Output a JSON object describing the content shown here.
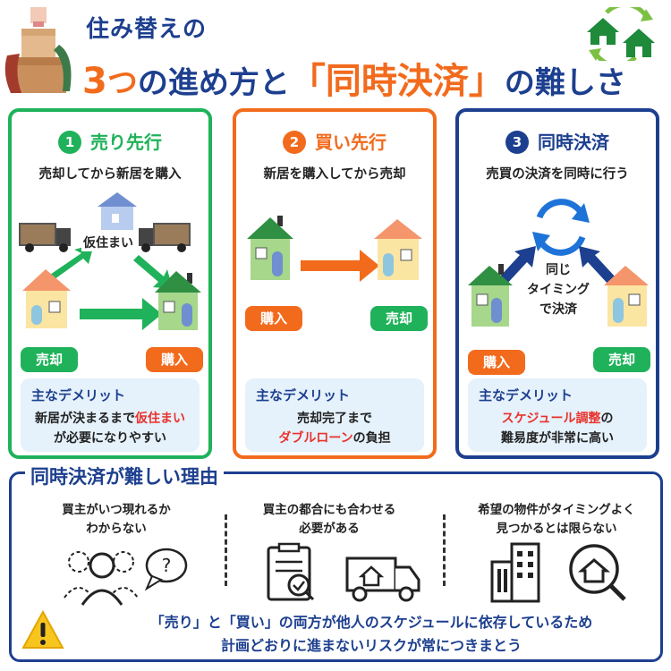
{
  "header": {
    "title_line1": "住み替えの",
    "title_prefix_num": "3",
    "title_prefix_rest": "つ",
    "title_mid": "の進め方と",
    "title_highlight": "「同時決済」",
    "title_suffix": "の難しさ"
  },
  "methods": [
    {
      "number": "1",
      "name": "売り先行",
      "description": "売却してから新居を購入",
      "temporary_label": "仮住まい",
      "tag_sell": "売却",
      "tag_buy": "購入",
      "demerit_title": "主なデメリット",
      "demerit_line1_a": "新居が決まるまで",
      "demerit_line1_highlight": "仮住まい",
      "demerit_line2": "が必要になりやすい",
      "color": "#1fb25a"
    },
    {
      "number": "2",
      "name": "買い先行",
      "description": "新居を購入してから売却",
      "tag_buy": "購入",
      "tag_sell": "売却",
      "demerit_title": "主なデメリット",
      "demerit_line1": "売却完了まで",
      "demerit_line2_highlight": "ダブルローン",
      "demerit_line2_b": "の負担",
      "color": "#f26b1d"
    },
    {
      "number": "3",
      "name": "同時決済",
      "description": "売買の決済を同時に行う",
      "center_line1": "同じ",
      "center_line2": "タイミング",
      "center_line3": "で決済",
      "tag_buy": "購入",
      "tag_sell": "売却",
      "demerit_title": "主なデメリット",
      "demerit_line1_highlight": "スケジュール調整",
      "demerit_line1_b": "の",
      "demerit_line2": "難易度が非常に高い",
      "color": "#1d3f8f"
    }
  ],
  "reasons": {
    "title": "同時決済が難しい理由",
    "items": [
      {
        "line1": "買主がいつ現れるか",
        "line2": "わからない",
        "icon": "people-question-icon"
      },
      {
        "line1": "買主の都合にも合わせる",
        "line2": "必要がある",
        "icon": "checklist-and-truck-icon"
      },
      {
        "line1": "希望の物件がタイミングよく",
        "line2": "見つかるとは限らない",
        "icon": "buildings-and-search-icon"
      }
    ],
    "warning_line1": "「売り」と「買い」の両方が他人のスケジュールに依存しているため",
    "warning_line2": "計画どおりに進まないリスクが常につきまとう"
  },
  "colors": {
    "navy": "#1d3f8f",
    "green": "#1fb25a",
    "orange": "#f26b1d",
    "red": "#e8322b",
    "light_blue_box": "#e5f1fb"
  }
}
